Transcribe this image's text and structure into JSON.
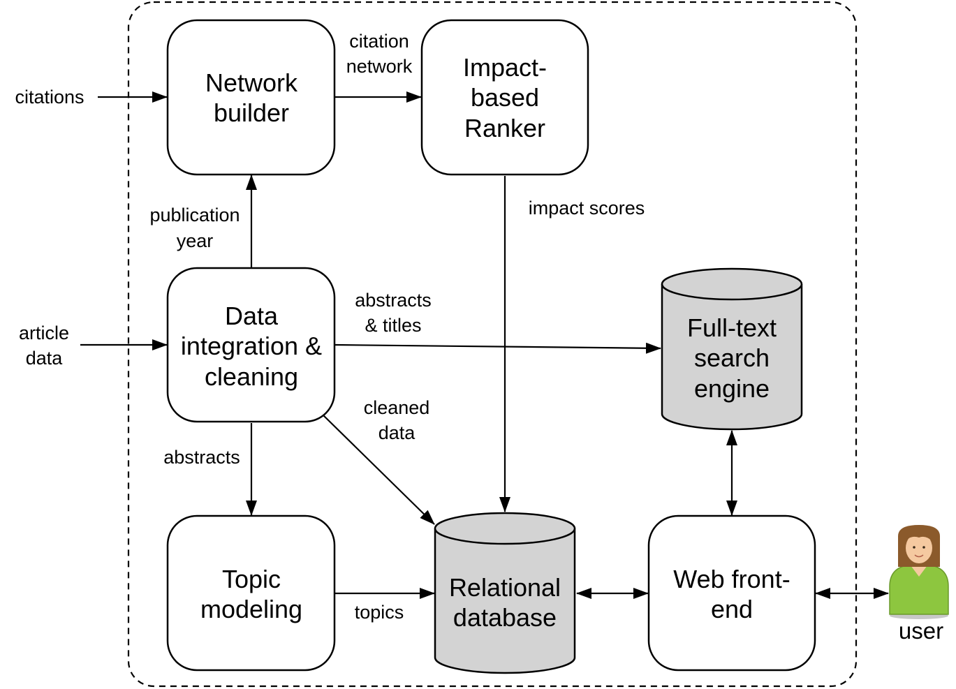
{
  "nodes": {
    "network_builder": [
      "Network",
      "builder"
    ],
    "impact_ranker": [
      "Impact-",
      "based",
      "Ranker"
    ],
    "data_integration": [
      "Data",
      "integration &",
      "cleaning"
    ],
    "fulltext_search": [
      "Full-text",
      "search",
      "engine"
    ],
    "topic_modeling": [
      "Topic",
      "modeling"
    ],
    "relational_db": [
      "Relational",
      "database"
    ],
    "web_frontend": [
      "Web front-",
      "end"
    ]
  },
  "external": {
    "citations": [
      "citations"
    ],
    "article_data": [
      "article",
      "data"
    ],
    "user": "user"
  },
  "edges": {
    "citation_network": [
      "citation",
      "network"
    ],
    "publication_year": [
      "publication",
      "year"
    ],
    "impact_scores": [
      "impact scores"
    ],
    "abstracts_titles": [
      "abstracts",
      "& titles"
    ],
    "cleaned_data": [
      "cleaned",
      "data"
    ],
    "abstracts": [
      "abstracts"
    ],
    "topics": [
      "topics"
    ]
  },
  "colors": {
    "stroke": "#000000",
    "database_fill": "#d3d3d3",
    "box_fill": "#ffffff",
    "user_shirt": "#8dc63f",
    "user_hair": "#8b5a2b",
    "user_skin": "#f5c9a0"
  },
  "icons": {
    "user": "user-avatar-icon"
  }
}
